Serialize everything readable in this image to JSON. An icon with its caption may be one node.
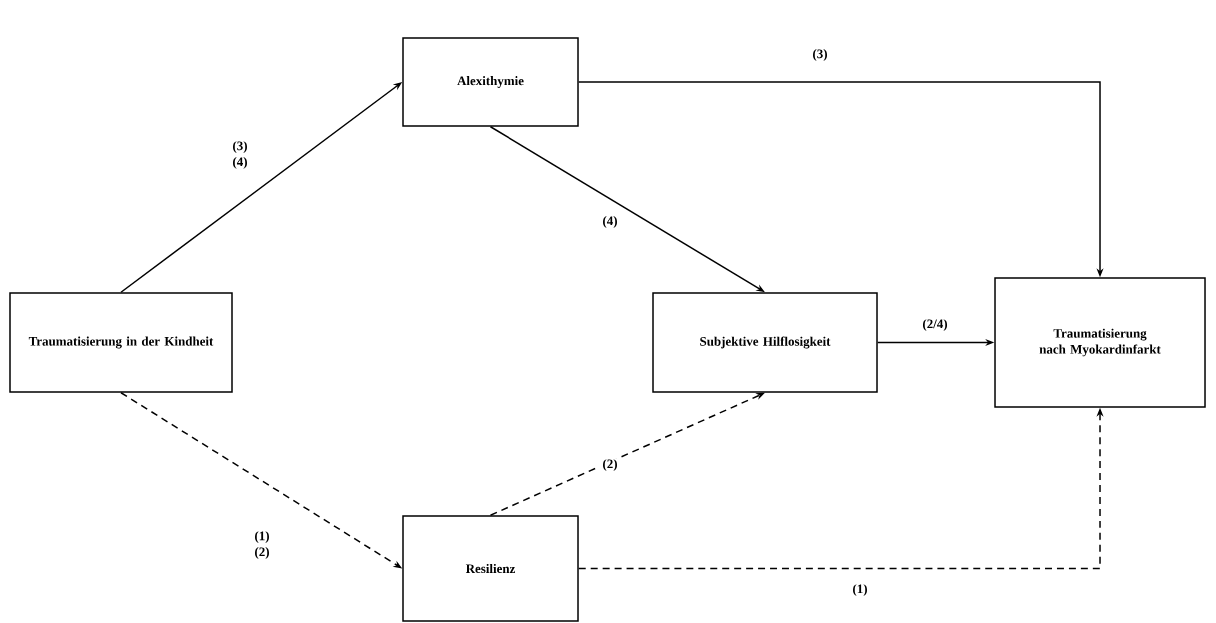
{
  "diagram": {
    "nodes": [
      {
        "text": [
          "Traumatisierung in der Kindheit"
        ]
      },
      {
        "text": [
          "Alexithymie"
        ]
      },
      {
        "text": [
          "Subjektive Hilflosigkeit"
        ]
      },
      {
        "text": [
          "Traumatisierung nach Myokardinfarkt"
        ]
      },
      {
        "text": [
          "Resilienz"
        ]
      }
    ],
    "edges": [
      {
        "from": 0,
        "to": 1,
        "arrow": "to",
        "label": "(3) (4)"
      },
      {
        "from": 1,
        "to": 3,
        "arrow": "to",
        "label": "(3)"
      },
      {
        "from": 1,
        "to": 2,
        "arrow": "to",
        "label": "(4)"
      },
      {
        "from": 2,
        "to": 3,
        "arrow": "to",
        "label": "(2/4)"
      },
      {
        "from": 0,
        "to": 4,
        "arrow": "to",
        "label": "(1) (2)",
        "style": "dashed"
      },
      {
        "from": 4,
        "to": 2,
        "arrow": "to",
        "label": "(2)",
        "style": "dashed"
      },
      {
        "from": 4,
        "to": 3,
        "arrow": "to",
        "label": "(1)",
        "style": "dashed"
      }
    ]
  }
}
